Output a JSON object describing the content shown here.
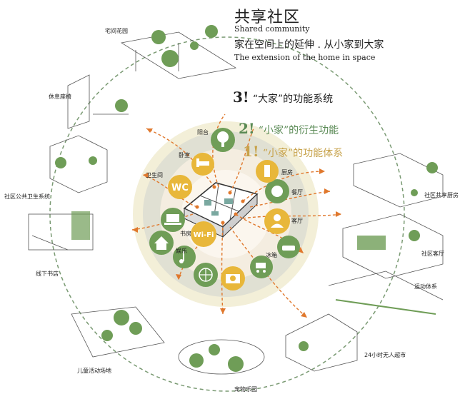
{
  "header": {
    "title_cn": "共享社区",
    "title_en": "Shared community",
    "subtitle_cn": "家在空间上的延伸 . 从小家到大家",
    "subtitle_en": "The extension of the home in space"
  },
  "levels": [
    {
      "num": "3!",
      "label": "“大家”的功能系统",
      "color": "#222222"
    },
    {
      "num": "2!",
      "label": "“小家”的衍生功能",
      "color": "#5a8a55"
    },
    {
      "num": "1!",
      "label": "“小家”的功能体系",
      "color": "#c7a24a"
    }
  ],
  "perimeter_labels": {
    "rooftop_garden": "宅间花园",
    "rest_seating": "休息座椅",
    "community_toilet": "社区公共卫生系统",
    "basement_bookstore": "线下书店",
    "kids_playground": "儿童活动场地",
    "pet_park": "宠物乐园",
    "unmanned_supermarket": "24小时无人超市",
    "sports_system": "运动体系",
    "community_living_room": "社区客厅",
    "community_shared_kitchen": "社区共享厨房"
  },
  "inner_labels": {
    "balcony": "阳台",
    "bedroom": "卧室",
    "bathroom": "卫生间",
    "study": "书房",
    "entertainment": "娱乐",
    "kitchen": "厨房",
    "dining": "餐厅",
    "living": "客厅",
    "fridge": "冰箱"
  },
  "icons": {
    "wc_text": "WC",
    "wifi_text": "Wi-Fi"
  },
  "colors": {
    "green": "#6f9d57",
    "gold": "#e8b73a",
    "ring_outer": "#f3efd8",
    "ring_mid": "#ddddd0",
    "ring_inner": "#f4ede0",
    "arrow": "#e0782d",
    "dash_circle": "#7a9a73"
  }
}
